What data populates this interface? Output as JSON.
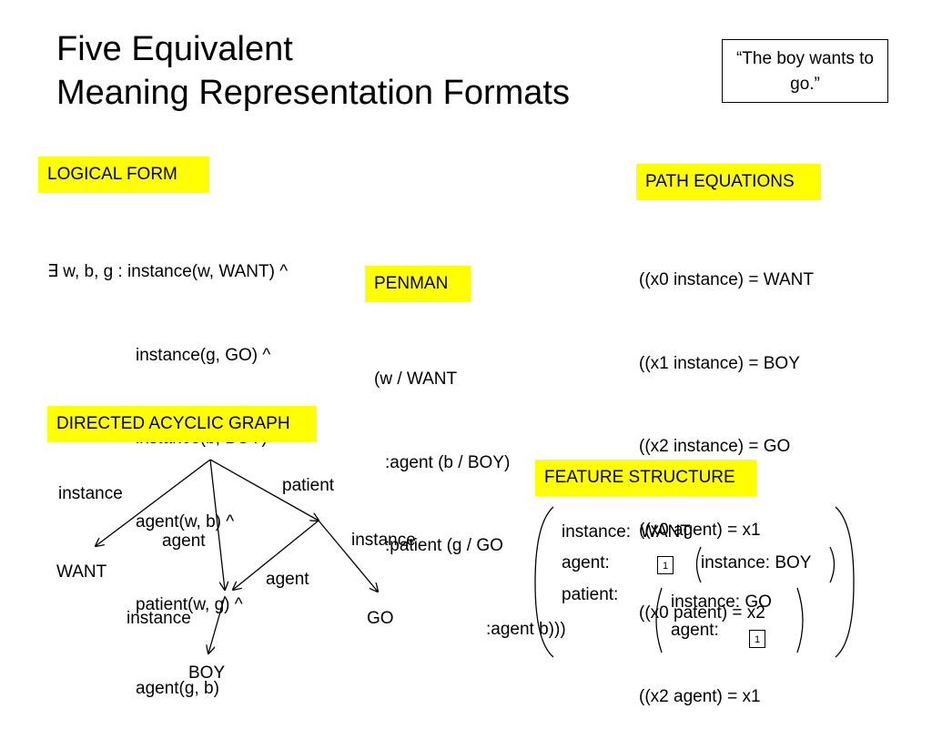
{
  "title": {
    "line1": "Five Equivalent",
    "line2": "Meaning Representation Formats"
  },
  "example_sentence": "“The boy wants to go.”",
  "sections": {
    "logical_form": {
      "label": "LOGICAL FORM",
      "lines": [
        "∃ w, b, g : instance(w, WANT) ^",
        "instance(g, GO) ^",
        "instance(b, BOY) ^",
        "agent(w, b) ^",
        "patient(w, g) ^",
        "agent(g, b)"
      ]
    },
    "path_equations": {
      "label": "PATH EQUATIONS",
      "lines": [
        "((x0 instance) = WANT",
        "((x1 instance) = BOY",
        "((x2 instance) = GO",
        "((x0 agent) = x1",
        "((x0 patent) = x2",
        "((x2 agent) = x1"
      ]
    },
    "penman": {
      "label": "PENMAN",
      "lines": [
        "(w / WANT",
        ":agent (b / BOY)",
        ":patient (g / GO",
        ":agent b)))"
      ]
    },
    "dag": {
      "label": "DIRECTED ACYCLIC GRAPH",
      "edge_labels": {
        "instance_want": "instance",
        "patient": "patient",
        "agent_w": "agent",
        "instance_go": "instance",
        "agent_g": "agent",
        "instance_boy": "instance"
      },
      "nodes": {
        "want": "WANT",
        "go": "GO",
        "boy": "BOY"
      }
    },
    "feature_structure": {
      "label": "FEATURE STRUCTURE",
      "instance_row": "instance:  WANT",
      "agent_key": "agent:",
      "agent_ref": "1",
      "agent_value": "instance: BOY",
      "patient_key": "patient:",
      "patient_instance": "instance: GO",
      "patient_agent_key": "agent:",
      "patient_agent_ref": "1"
    }
  }
}
